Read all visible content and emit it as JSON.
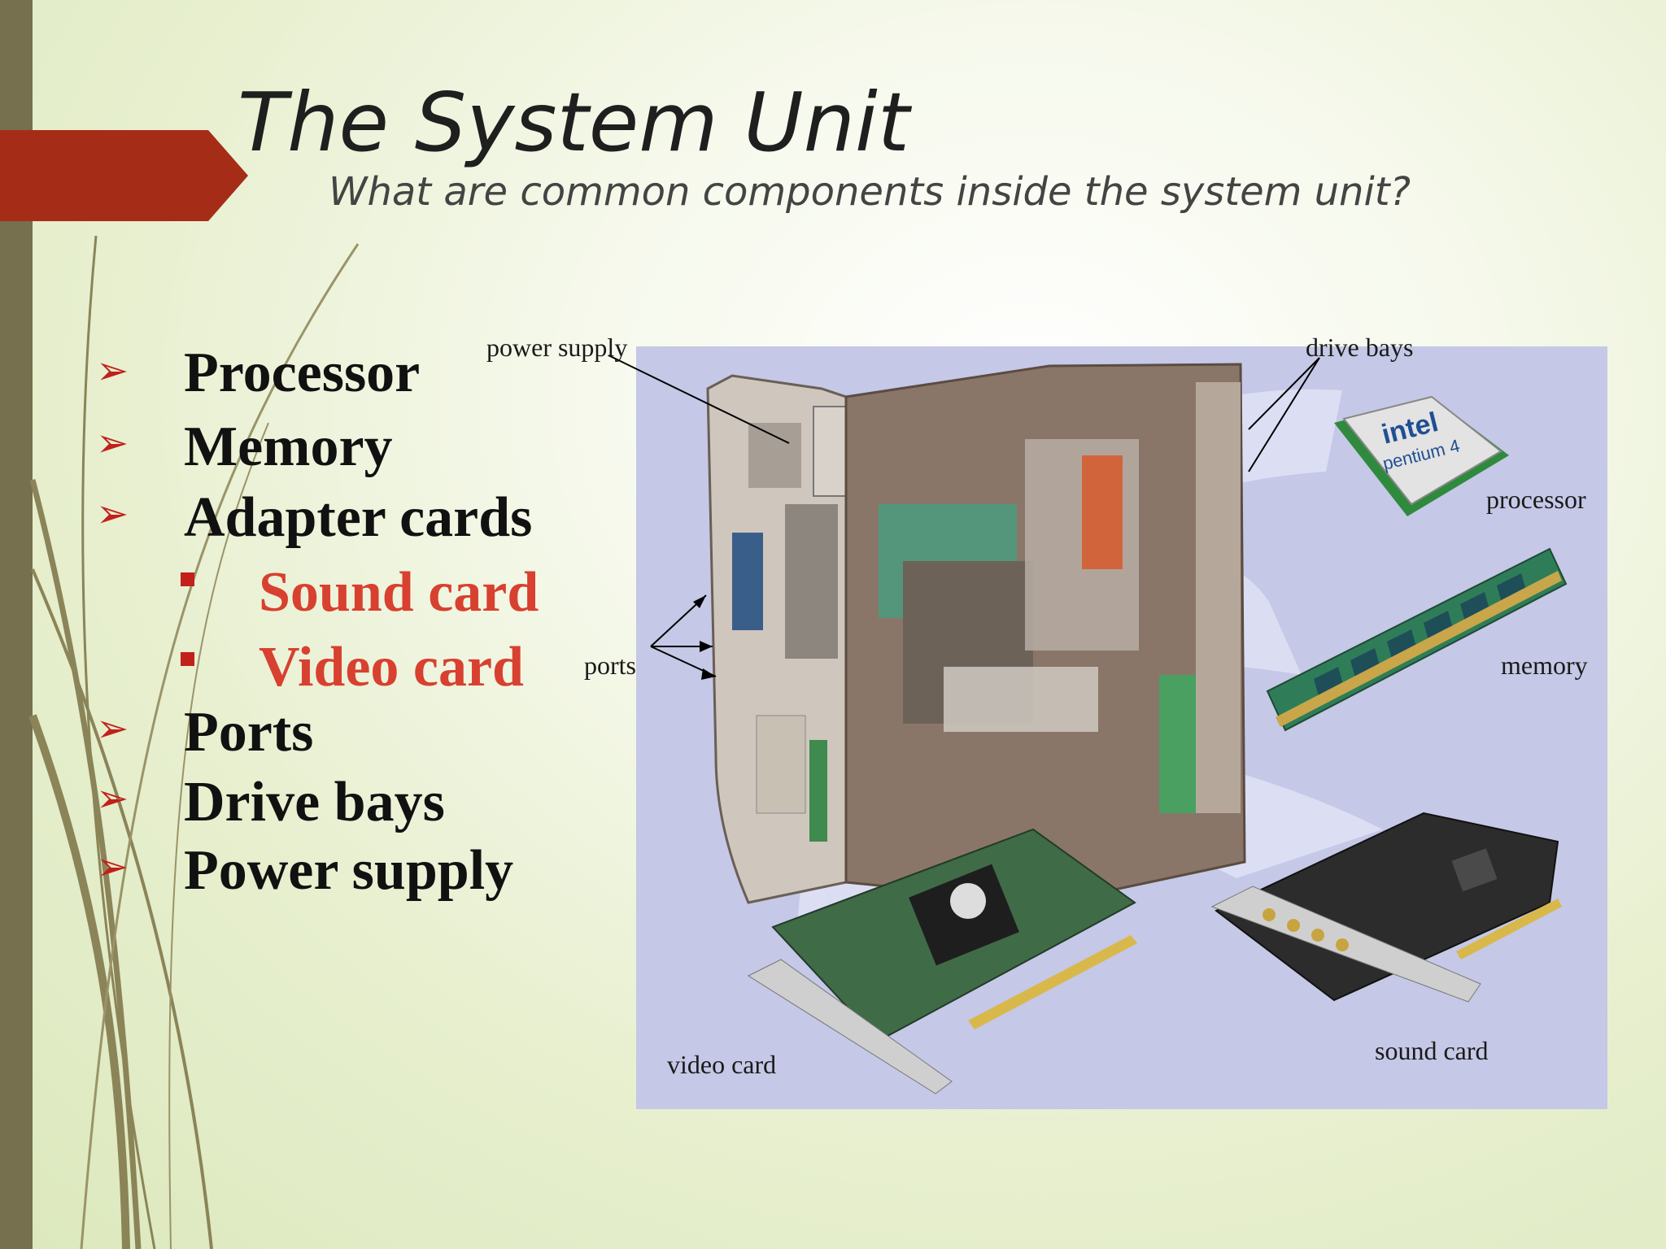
{
  "slide": {
    "title": "The System Unit",
    "subtitle_bullet_glyph": "",
    "subtitle": "What are common components inside the system unit?"
  },
  "bullets": [
    {
      "text": "Processor",
      "level": 1
    },
    {
      "text": "Memory",
      "level": 1
    },
    {
      "text": "Adapter cards",
      "level": 1
    },
    {
      "text": "Sound card",
      "level": 2
    },
    {
      "text": "Video card",
      "level": 2
    },
    {
      "text": "Ports",
      "level": 1
    },
    {
      "text": "Drive bays",
      "level": 1
    },
    {
      "text": "Power supply",
      "level": 1
    }
  ],
  "bullet_glyph": "➢",
  "figure_labels": {
    "power_supply": "power supply",
    "drive_bays": "drive bays",
    "processor": "processor",
    "memory": "memory",
    "ports": "ports",
    "video_card": "video card",
    "sound_card": "sound card"
  },
  "chip_text": {
    "brand": "intel",
    "model": "pentium 4"
  },
  "colors": {
    "sidebar": "#76704f",
    "title_arrow": "#a52d17",
    "bullet_marker": "#c1201b",
    "sub_bullet_text": "#d8402f",
    "figure_background": "#c5c8e6"
  }
}
